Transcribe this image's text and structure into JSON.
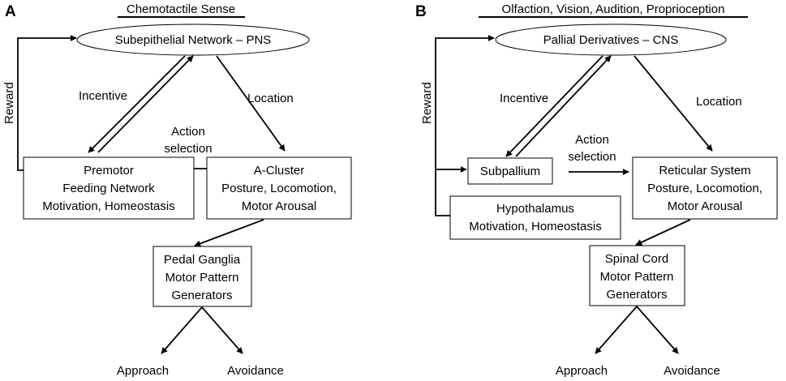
{
  "panels": [
    {
      "letter": "A",
      "header": "Chemotactile Sense",
      "top_node": "Subepithelial Network – PNS",
      "reward": "Reward",
      "incentive": "Incentive",
      "location": "Location",
      "action_selection": [
        "Action",
        "selection"
      ],
      "left_box": [
        "Premotor",
        "Feeding Network",
        "Motivation, Homeostasis"
      ],
      "right_box": [
        "A-Cluster",
        "Posture, Locomotion,",
        "Motor Arousal"
      ],
      "bottom_box": [
        "Pedal Ganglia",
        "Motor Pattern",
        "Generators"
      ],
      "outputs": [
        "Approach",
        "Avoidance"
      ]
    },
    {
      "letter": "B",
      "header": "Olfaction, Vision, Audition, Proprioception",
      "top_node": "Pallial Derivatives – CNS",
      "reward": "Reward",
      "incentive": "Incentive",
      "location": "Location",
      "action_selection": [
        "Action",
        "selection"
      ],
      "left_box": [
        "Subpallium"
      ],
      "lower_left_box": [
        "Hypothalamus",
        "Motivation, Homeostasis"
      ],
      "right_box": [
        "Reticular System",
        "Posture, Locomotion,",
        "Motor Arousal"
      ],
      "bottom_box": [
        "Spinal Cord",
        "Motor Pattern",
        "Generators"
      ],
      "outputs": [
        "Approach",
        "Avoidance"
      ]
    }
  ]
}
